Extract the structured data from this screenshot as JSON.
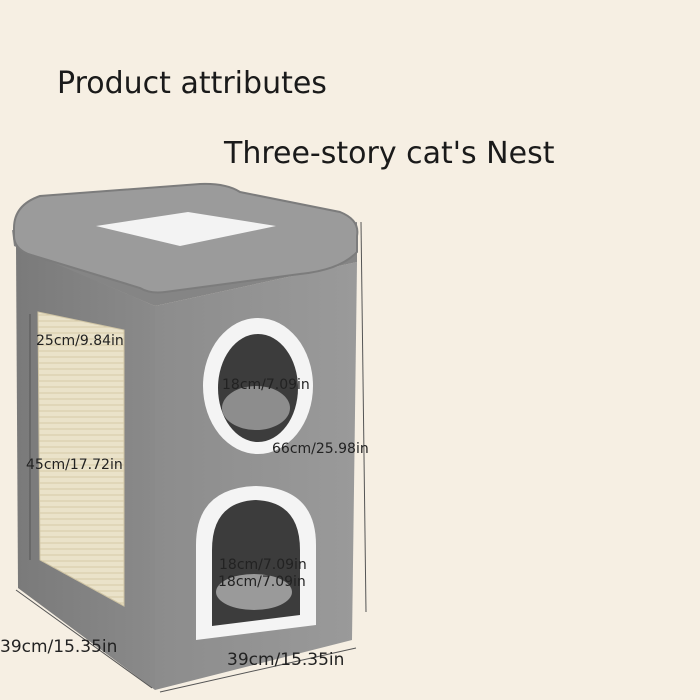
{
  "headings": {
    "title": "Product attributes",
    "subtitle": "Three-story cat's Nest"
  },
  "dimensions": {
    "scratch_top": "25cm/9.84in",
    "scratch_length": "45cm/17.72in",
    "upper_hole": "18cm/7.09in",
    "total_height": "66cm/25.98in",
    "lower_hole_width": "18cm/7.09in",
    "lower_hole_height": "18cm/7.09in",
    "depth": "39cm/15.35in",
    "width": "39cm/15.35in"
  },
  "colors": {
    "background": "#f6efe3",
    "fabric": "#8f8f8f",
    "fabric_dark": "#6e6e6e",
    "sisal": "#e9e0c8",
    "plush": "#f2f2f2"
  }
}
